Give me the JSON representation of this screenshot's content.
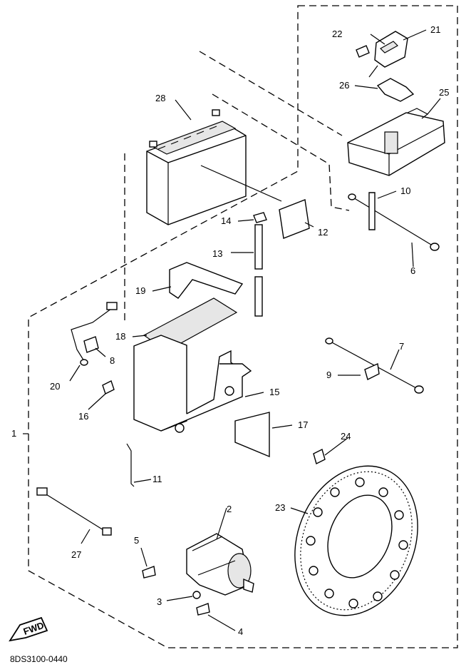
{
  "document_code": "8DS3100-0440",
  "fwd_label": "FWD",
  "callouts": {
    "c1": "1",
    "c2": "2",
    "c3": "3",
    "c4": "4",
    "c5": "5",
    "c6": "6",
    "c7": "7",
    "c8": "8",
    "c9": "9",
    "c10": "10",
    "c11": "11",
    "c12": "12",
    "c13": "13",
    "c14": "14",
    "c15": "15",
    "c16": "16",
    "c17": "17",
    "c18": "18",
    "c19": "19",
    "c20": "20",
    "c21": "21",
    "c22": "22",
    "c23": "23",
    "c24": "24",
    "c25": "25",
    "c26": "26",
    "c27": "27",
    "c28": "28"
  }
}
